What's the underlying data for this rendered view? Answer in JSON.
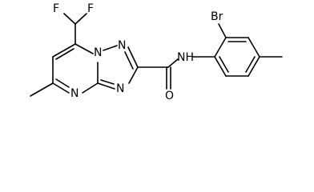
{
  "diagram_type": "chemical-structure",
  "atom_labels": {
    "fluorine_left": "F",
    "fluorine_right": "F",
    "ring_nitrogen_bridge": "N",
    "ring_nitrogen_triazole_n1": "N",
    "ring_nitrogen_triazole_n3": "N",
    "ring_nitrogen_pyrimidine": "N",
    "amide_nh": "NH",
    "amide_oxygen": "O",
    "bromine": "Br"
  },
  "colors": {
    "line": "#000000",
    "background": "#ffffff"
  }
}
